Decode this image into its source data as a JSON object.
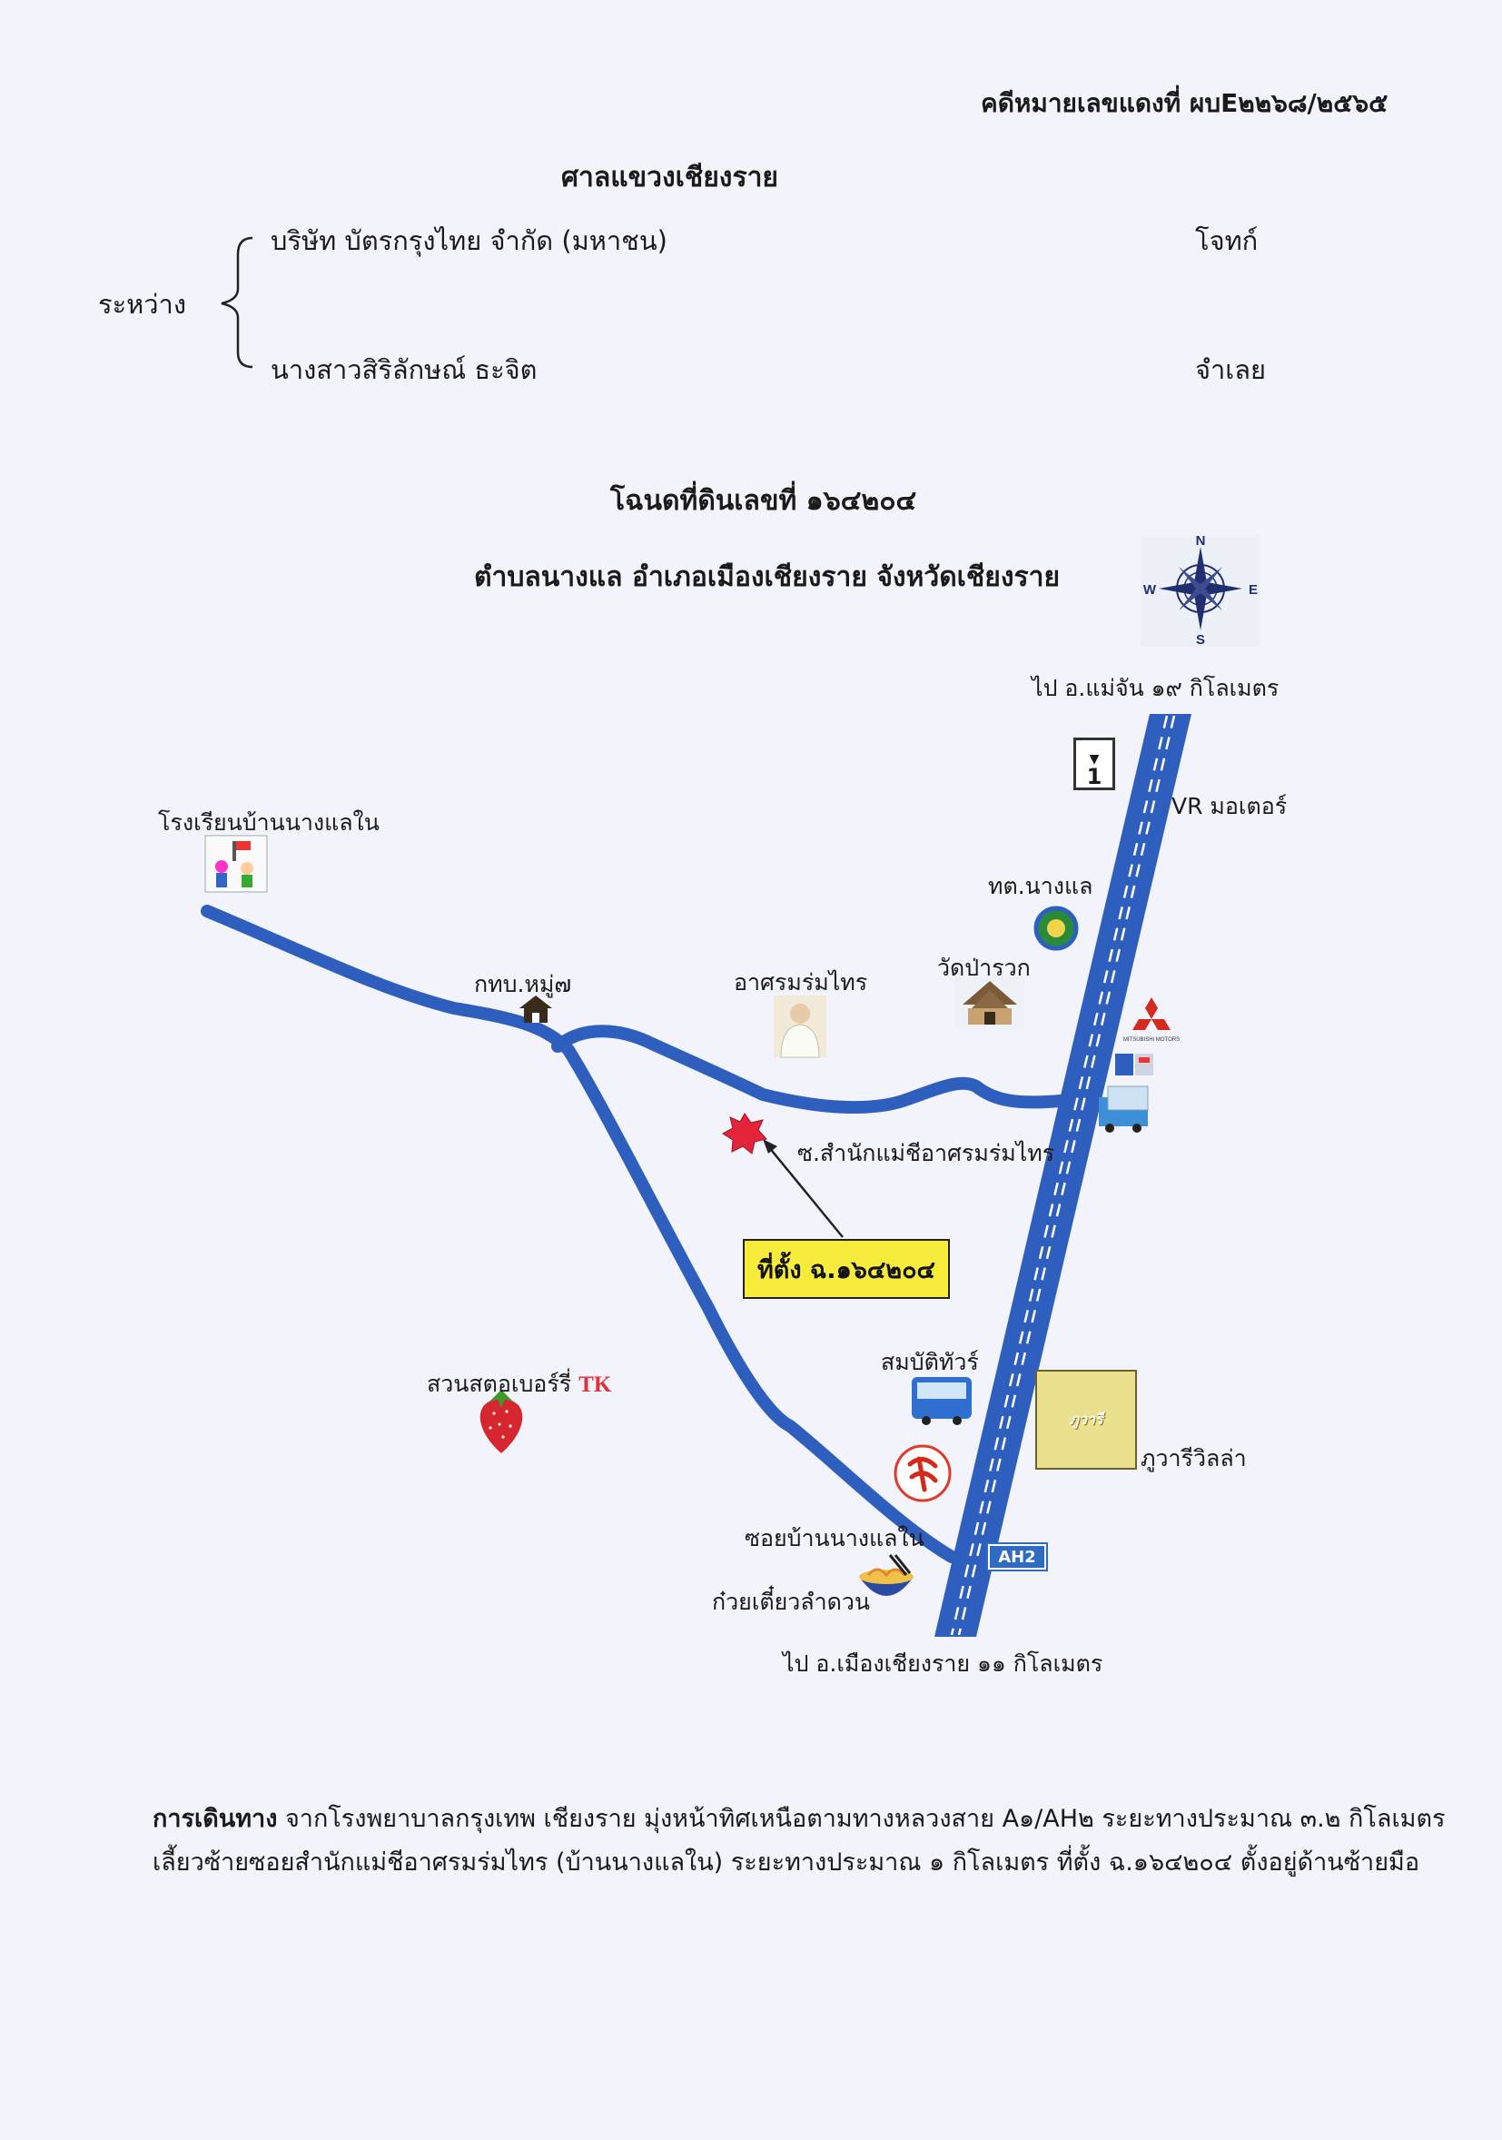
{
  "header": {
    "case_number": "คดีหมายเลขแดงที่ ผบE๒๒๖๘/๒๕๖๕",
    "court": "ศาลแขวงเชียงราย",
    "between_label": "ระหว่าง",
    "plaintiff_name": "บริษัท บัตรกรุงไทย จำกัด (มหาชน)",
    "plaintiff_role": "โจทก์",
    "defendant_name": "นางสาวสิริลักษณ์  ธะจิต",
    "defendant_role": "จำเลย"
  },
  "map": {
    "deed_title": "โฉนดที่ดินเลขที่ ๑๖๔๒๐๔",
    "location_line": "ตำบลนางแล อำเภอเมืองเชียงราย จังหวัดเชียงราย",
    "compass": {
      "n": "N",
      "s": "S",
      "e": "E",
      "w": "W"
    },
    "labels": {
      "to_mae_chan": "ไป อ.แม่จัน ๑๙ กิโลเมตร",
      "route_number": "1",
      "vr_motor": "VR มอเตอร์",
      "school": "โรงเรียนบ้านนางแลใน",
      "tambon_office": "ทต.นางแล",
      "wat": "วัดป่ารวก",
      "ashram": "อาศรมร่มไทร",
      "village_fund": "กทบ.หมู่๗",
      "soi_ashram": "ซ.สำนักแม่ชีอาศรมร่มไทร",
      "site": "ที่ตั้ง ฉ.๑๖๔๒๐๔",
      "strawberry_prefix": "สวนสตอเบอร์รี่ ",
      "strawberry_tk": "TK",
      "sombat_tour": "สมบัติทัวร์",
      "phuwari_villa": "ภูวารีวิลล่า",
      "villa_logo_text": "ภูวารี",
      "soi_nanglae": "ซอยบ้านนางแลใน",
      "noodle": "ก๋วยเตี๋ยวลำดวน",
      "ah2": "AH2",
      "to_mueang": "ไป อ.เมืองเชียงราย ๑๑ กิโลเมตร",
      "mitsubishi": "MITSUBISHI MOTORS"
    },
    "colors": {
      "road": "#2f5fbe",
      "site_box": "#f7ec3b",
      "site_marker": "#e4243a",
      "tk": "#e0303a"
    }
  },
  "directions": {
    "label": "การเดินทาง",
    "line1": " จากโรงพยาบาลกรุงเทพ เชียงราย มุ่งหน้าทิศเหนือตามทางหลวงสาย A๑/AH๒ ระยะทางประมาณ ๓.๒ กิโลเมตร",
    "line2": "เลี้ยวซ้ายซอยสำนักแม่ชีอาศรมร่มไทร (บ้านนางแลใน) ระยะทางประมาณ ๑ กิโลเมตร ที่ตั้ง ฉ.๑๖๔๒๐๔ ตั้งอยู่ด้านซ้ายมือ"
  }
}
